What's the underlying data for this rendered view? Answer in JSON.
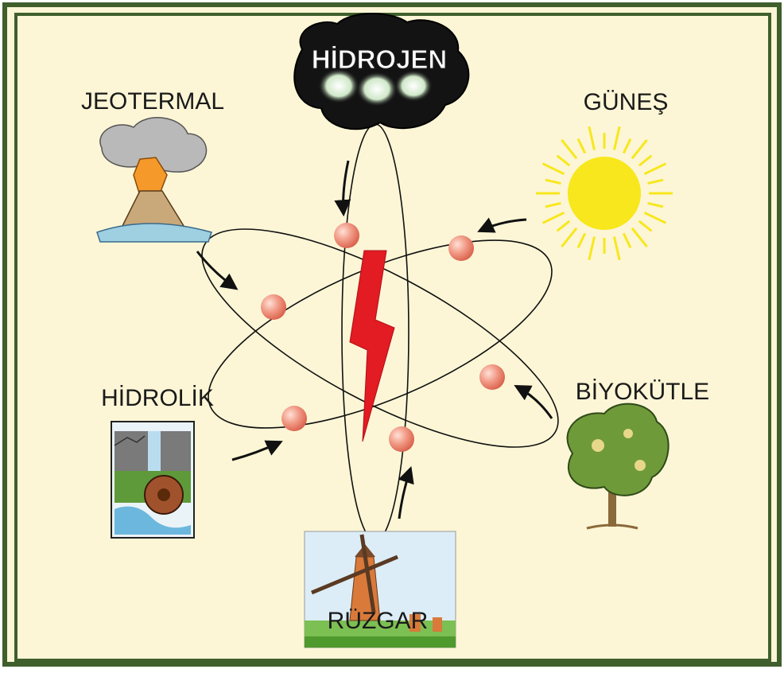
{
  "colors": {
    "background": "#fcf6d6",
    "border": "#3f5f2d",
    "electron": "#f08f7a",
    "lightning": "#e31b23",
    "sun": "#f8e71c",
    "tree": "#6f9a3a"
  },
  "diagram": {
    "center_label": "",
    "sources": [
      {
        "label": "HİDROJEN",
        "icon": "hydrogen-cloud-icon"
      },
      {
        "label": "GÜNEŞ",
        "icon": "sun-icon"
      },
      {
        "label": "BİYOKÜTLE",
        "icon": "tree-icon"
      },
      {
        "label": "RÜZGAR",
        "icon": "windmill-icon"
      },
      {
        "label": "HİDROLİK",
        "icon": "waterwheel-icon"
      },
      {
        "label": "JEOTERMAL",
        "icon": "volcano-icon"
      }
    ]
  }
}
